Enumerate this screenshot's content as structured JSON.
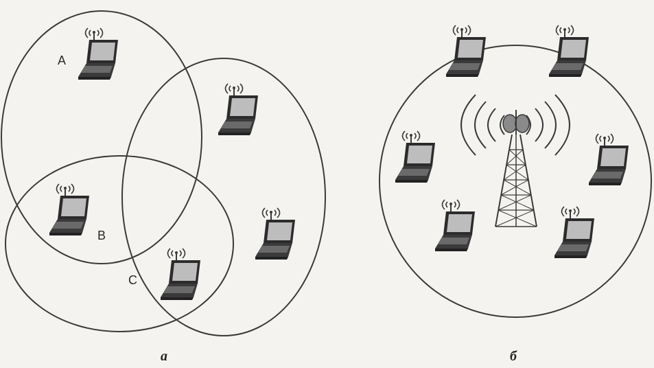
{
  "labels": {
    "a": "A",
    "b": "B",
    "c": "C"
  },
  "captions": {
    "left": "а",
    "right": "б"
  },
  "icons": {
    "laptop": "laptop-wireless-icon",
    "tower": "radio-tower-icon"
  },
  "colors": {
    "line": "#3a3a3a",
    "laptop_dark": "#2c2c2c",
    "screen": "#bdbdbd",
    "background": "#f4f3f0"
  }
}
